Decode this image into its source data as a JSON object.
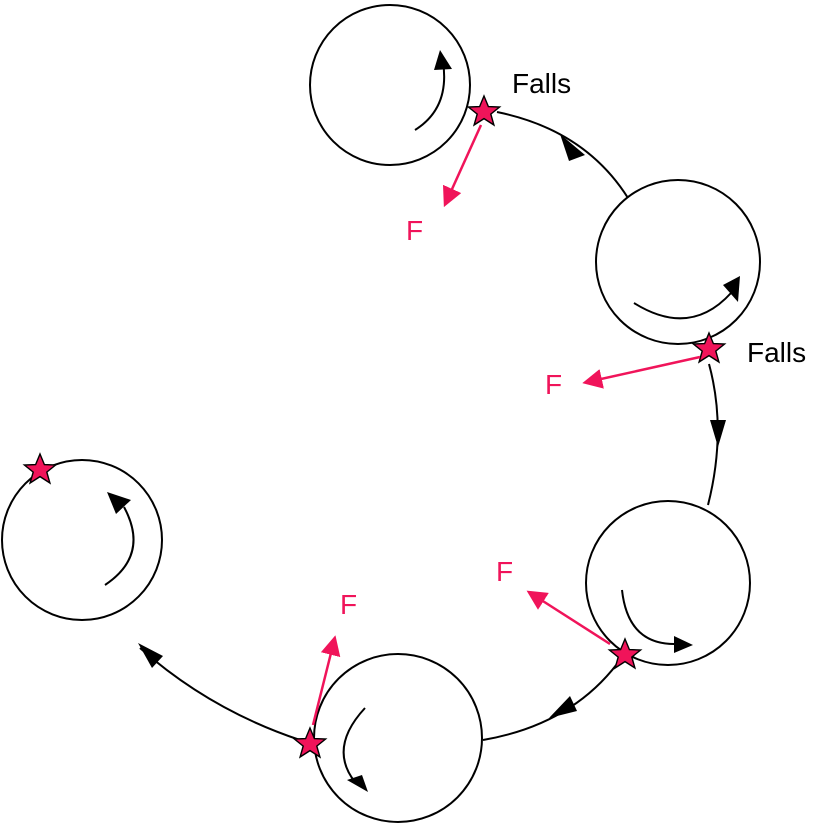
{
  "colors": {
    "stroke": "#000000",
    "accent": "#f0145a",
    "background": "#ffffff"
  },
  "labels": {
    "falls_1": "Falls",
    "falls_2": "Falls",
    "force_1": "F",
    "force_2": "F",
    "force_3": "F",
    "force_4": "F"
  },
  "icons": {
    "marker": "star-icon",
    "rotation": "curved-arrow-icon"
  }
}
